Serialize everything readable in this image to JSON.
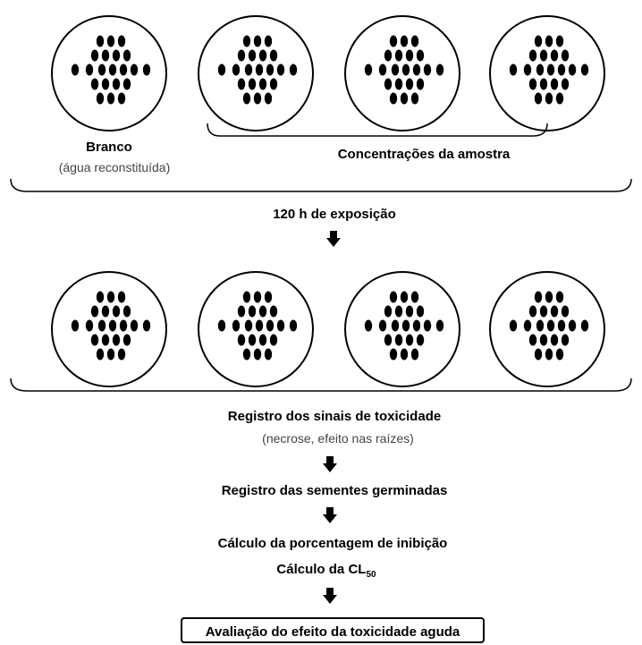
{
  "row1": {
    "control_label": "Branco",
    "control_sublabel": "(água reconstituída)",
    "samples_label": "Concentrações da amostra"
  },
  "step1": "120 h de exposição",
  "row2": {
    "signals_label": "Registro dos sinais de toxicidade",
    "signals_sublabel": "(necrose, efeito nas raízes)"
  },
  "step2": "Registro das sementes germinadas",
  "step3": "Cálculo da porcentagem de inibição",
  "step4": {
    "prefix": "Cálculo da CL",
    "subscript": "50"
  },
  "result_box": "Avaliação do efeito da toxicidade aguda",
  "dish_count_per_row": 4,
  "icons": {
    "dish": "petri-dish-icon",
    "seed": "seed-icon",
    "arrow": "down-arrow-icon"
  },
  "colors": {
    "ink": "#000000",
    "muted_text": "#444444",
    "background": "#ffffff"
  }
}
